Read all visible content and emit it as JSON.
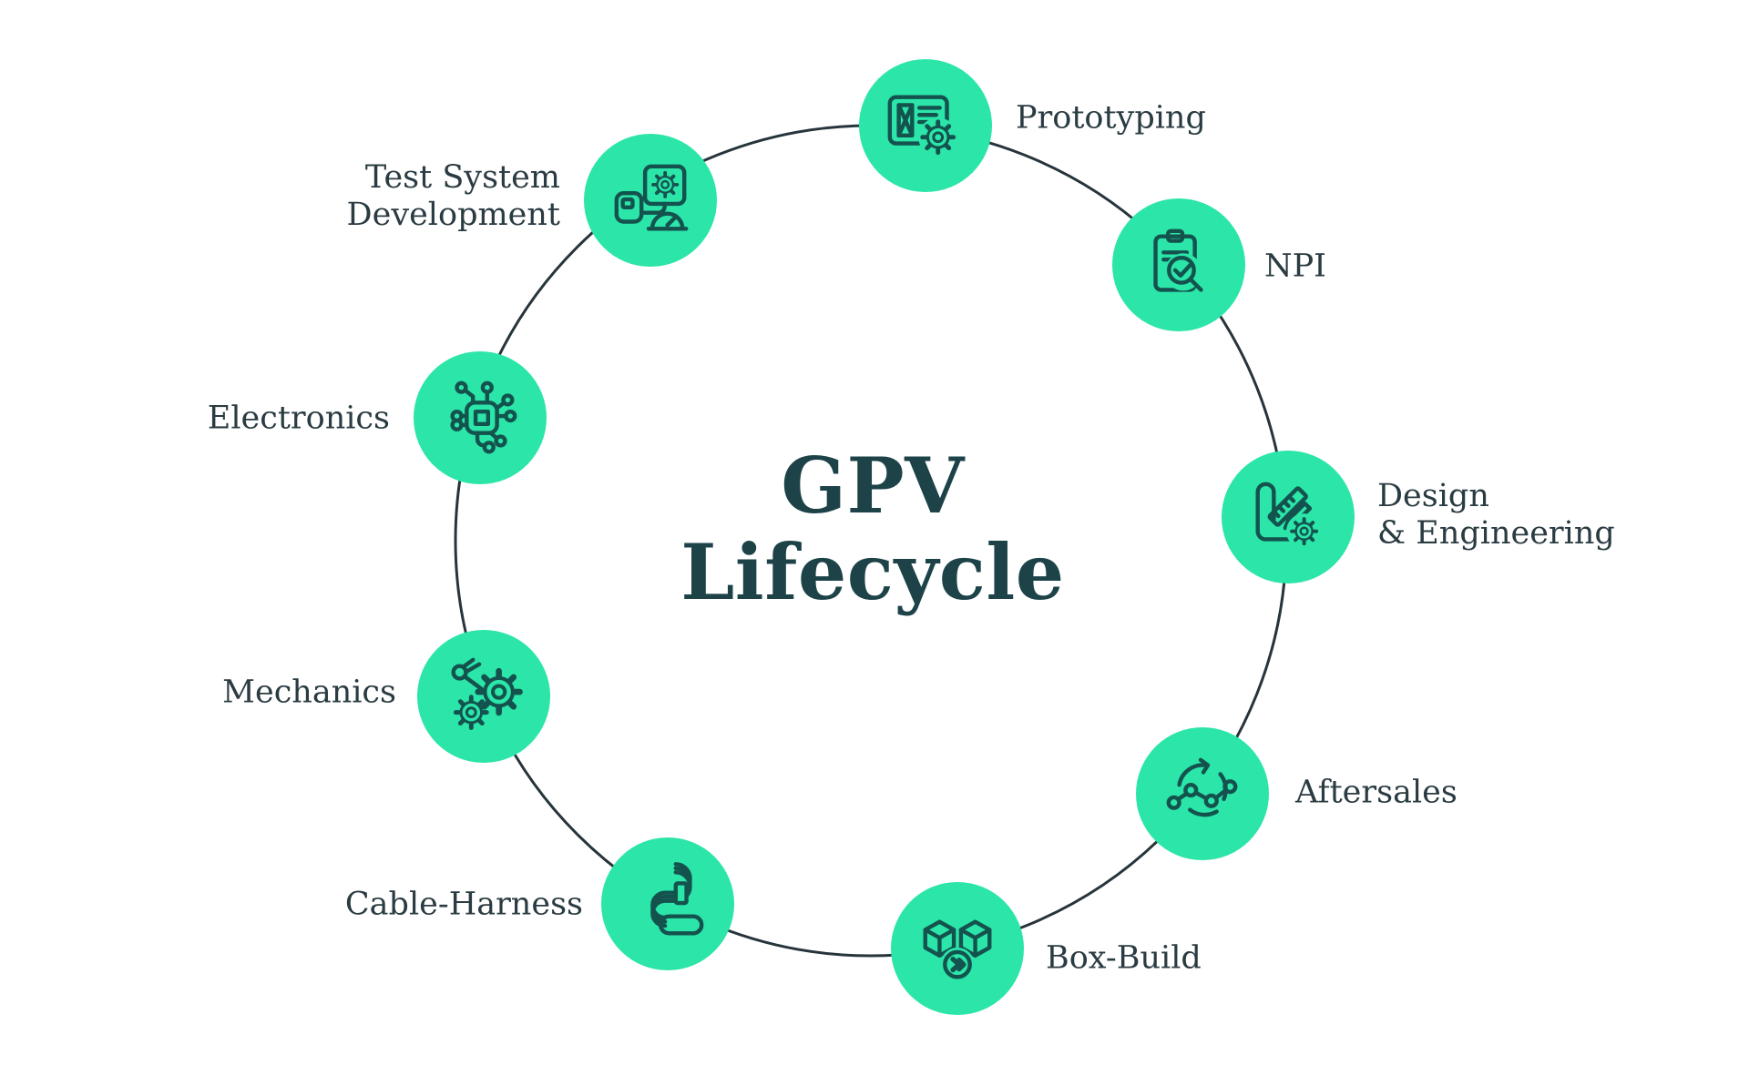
{
  "title": {
    "lines": [
      "GPV",
      "Lifecycle"
    ]
  },
  "colors": {
    "background": "#ffffff",
    "node_fill": "#2be5a9",
    "icon_stroke": "#14524e",
    "ring_stroke": "#26343b",
    "title_text": "#1d4349",
    "label_text": "#2a3b42"
  },
  "nodes": [
    {
      "id": "prototyping",
      "label_lines": [
        "Prototyping"
      ],
      "icon": "wireframe-gear-icon"
    },
    {
      "id": "npi",
      "label_lines": [
        "NPI"
      ],
      "icon": "clipboard-inspection-icon"
    },
    {
      "id": "design-engineering",
      "label_lines": [
        "Design",
        "& Engineering"
      ],
      "icon": "blueprint-ruler-pencil-gear-icon"
    },
    {
      "id": "aftersales",
      "label_lines": [
        "Aftersales"
      ],
      "icon": "cycle-arrows-chart-icon"
    },
    {
      "id": "box-build",
      "label_lines": [
        "Box-Build"
      ],
      "icon": "boxes-forward-icon"
    },
    {
      "id": "cable-harness",
      "label_lines": [
        "Cable-Harness"
      ],
      "icon": "cable-bundle-icon"
    },
    {
      "id": "mechanics",
      "label_lines": [
        "Mechanics"
      ],
      "icon": "gears-caliper-icon"
    },
    {
      "id": "electronics",
      "label_lines": [
        "Electronics"
      ],
      "icon": "microchip-circuit-icon"
    },
    {
      "id": "test-system-development",
      "label_lines": [
        "Test System",
        "Development"
      ],
      "icon": "test-panel-gauge-icon"
    }
  ]
}
